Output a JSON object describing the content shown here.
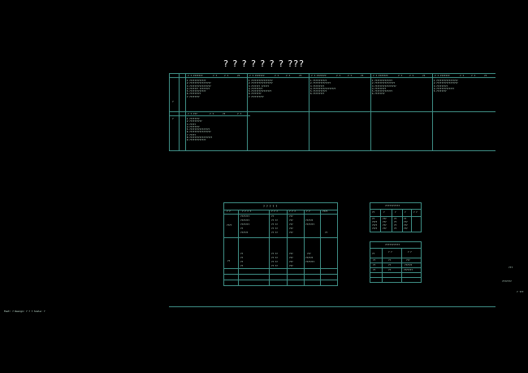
{
  "title": "? ? ? ? ? ? ? ???",
  "top_grid": {
    "row_label_a": "?",
    "row_label_b": "?",
    "columns": [
      {
        "header": "? ? ???????",
        "sub": [
          "? ?",
          "? ?",
          "??"
        ],
        "lines": [
          "1  ?????????????",
          "2  ?????????????????",
          "3  ?????????????????",
          "4  ??????? ????????",
          "5  ?????????????",
          "6  ?????????",
          "7  ????????"
        ]
      },
      {
        "header": "? ? ???????",
        "sub": [
          "? ?",
          "? ?",
          "??"
        ],
        "lines": [
          "1  ?????????????????",
          "2  ?????????????????",
          "3  ???????  ??????",
          "4  ?????????",
          "5  ????????????????",
          "6  ????????",
          "7  ??????????"
        ]
      },
      {
        "header": "? ? ???????",
        "sub": [
          "? ?",
          "? ?",
          "??"
        ],
        "lines": [
          "1  ???????????",
          "2  ??????????????",
          "3  ?????????",
          "4  ??????????????????",
          "5  ???????????",
          "6  ?????????"
        ]
      },
      {
        "header": "? ? ???????",
        "sub": [
          "? ?",
          "? ?",
          "??"
        ],
        "lines": [
          "1  ??????????????",
          "2  ????????????????",
          "3  ?????????????????",
          "4  ?????????",
          "5  ??????????????",
          "6  ????????"
        ]
      },
      {
        "header": "? ? ???????",
        "sub": [
          "? ?",
          "? ?",
          "??"
        ],
        "lines": [
          "1  ?????????????????",
          "2  ?????????????????",
          "3  ?????????",
          "4  ??????????????",
          "5  ????????"
        ]
      }
    ],
    "second_block": {
      "header": "? ? ???",
      "sub": [
        "? ?",
        "??",
        "? ?"
      ],
      "lines": [
        "1  ????????",
        "2  ??????????",
        "3  ?????",
        "4  ????????",
        "5  ????????????????",
        "6  ?????????????????",
        "7  ?????",
        "8  ??????????????????",
        "9  ?????????????"
      ]
    }
  },
  "main_table": {
    "title": "? ? ? ? ?",
    "headers": [
      "? ?",
      "? ? ? ?",
      "? ? ?",
      "? ? ?",
      "? ?",
      "????"
    ],
    "group_a": "????",
    "group_b": "??",
    "rows_a": [
      [
        "???????",
        "??",
        "???",
        ""
      ],
      [
        "???????",
        "?? ??",
        "???",
        "??????"
      ],
      [
        "???????",
        "?? ??",
        "???",
        "???????"
      ],
      [
        "??",
        "?? ??",
        "???",
        ""
      ],
      [
        "??????",
        "?? ??",
        "???",
        "??"
      ]
    ],
    "rows_b": [
      [
        "??",
        "?? ??",
        "???",
        "???"
      ],
      [
        "??",
        "?? ??",
        "???",
        "??????"
      ],
      [
        "??",
        "?? ??",
        "???",
        "???????"
      ],
      [
        "??",
        "?? ??",
        "???",
        ""
      ]
    ]
  },
  "right_table_1": {
    "title": "??????????",
    "headers": [
      "??",
      "?",
      "?",
      "?",
      "? ?"
    ],
    "rows": [
      [
        "??",
        "???",
        "??",
        "??"
      ],
      [
        "????",
        "???",
        "??",
        "???"
      ],
      [
        "????",
        "???",
        "??",
        "???"
      ],
      [
        "????",
        "???",
        "??",
        "???"
      ]
    ]
  },
  "right_table_2": {
    "title": "??????????",
    "headers": [
      "??",
      "? ?",
      "? ?"
    ],
    "rows": [
      [
        "??",
        "??",
        "???"
      ],
      [
        "??",
        "??",
        "??????"
      ],
      [
        "??",
        "??",
        "???????"
      ]
    ]
  },
  "right_notes": [
    "???",
    "???????",
    "? ???"
  ],
  "footer_note": "Foot: ? Design: ? ? ? Scale: ?"
}
